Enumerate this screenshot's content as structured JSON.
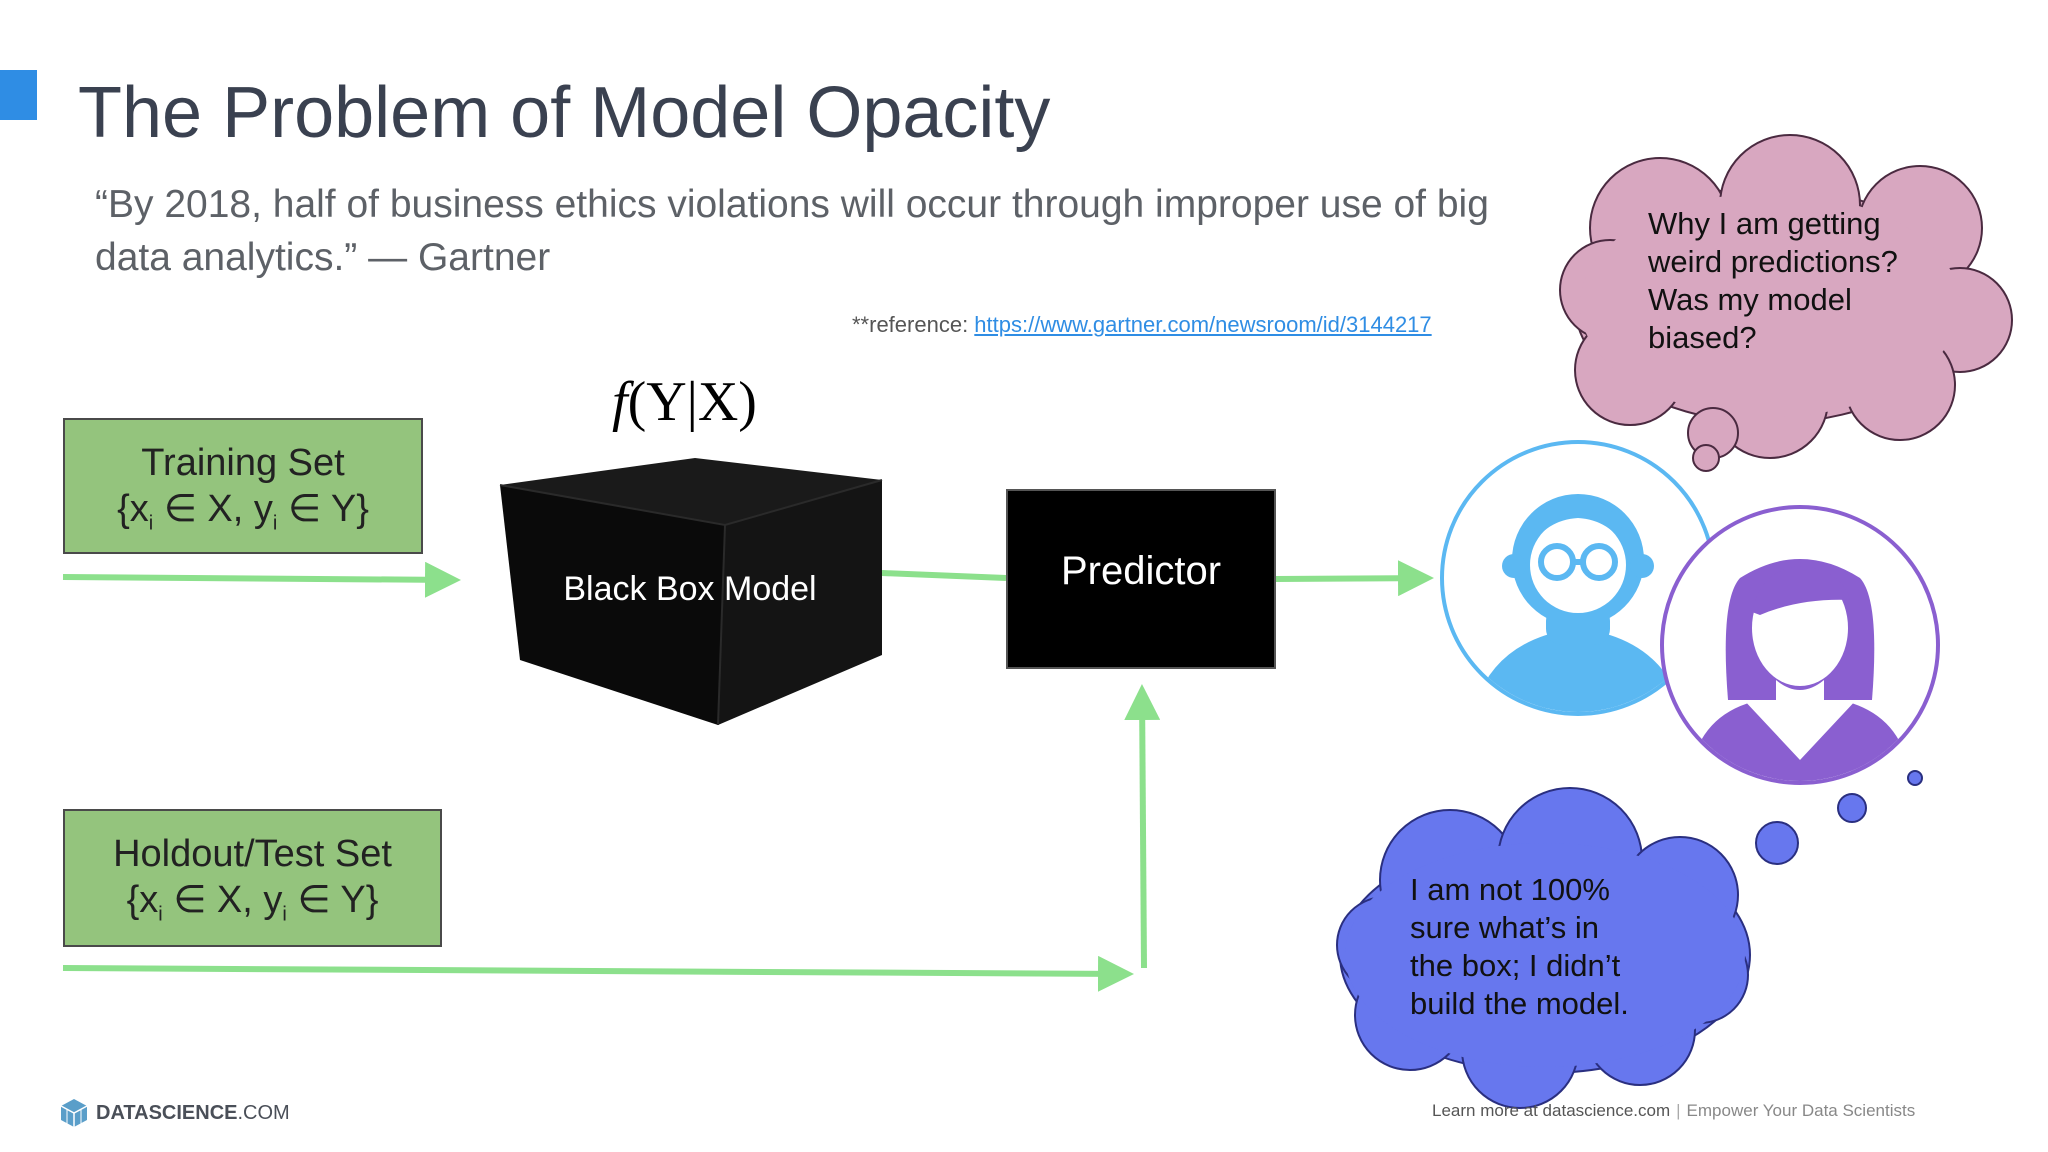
{
  "slide": {
    "title": "The Problem of Model Opacity",
    "quote": "“By 2018, half of business ethics violations will occur through improper use of big data analytics.” — Gartner",
    "reference_label": "**reference: ",
    "reference_url": "https://www.gartner.com/newsroom/id/3144217"
  },
  "diagram": {
    "training_set": {
      "line1": "Training Set"
    },
    "holdout_set": {
      "line1": "Holdout/Test Set"
    },
    "set_notation": {
      "open": "{x",
      "sub_i": "i",
      "in_x": " ∈ X, y",
      "in_y": " ∈ Y}"
    },
    "function_label": {
      "f": "f",
      "rest": "(Y|X)"
    },
    "black_box_label": "Black Box Model",
    "predictor_label": "Predictor",
    "arrow_color": "#8ce08c"
  },
  "thoughts": {
    "user_cloud": [
      "Why I am getting",
      "weird predictions?",
      "Was my model",
      "biased?"
    ],
    "builder_cloud": [
      "I am not 100%",
      "sure what’s in",
      "the box; I didn’t",
      "build the model."
    ],
    "user_cloud_color": "#d8a7c0",
    "builder_cloud_color": "#6777ee"
  },
  "people": {
    "man_color": "#5bb8f2",
    "woman_color": "#8a5fd0"
  },
  "footer": {
    "logo_text_bold": "DATASCIENCE",
    "logo_text_light": ".COM",
    "learn_more": "Learn more at datascience.com",
    "separator": "|",
    "tagline": "Empower Your Data Scientists"
  }
}
